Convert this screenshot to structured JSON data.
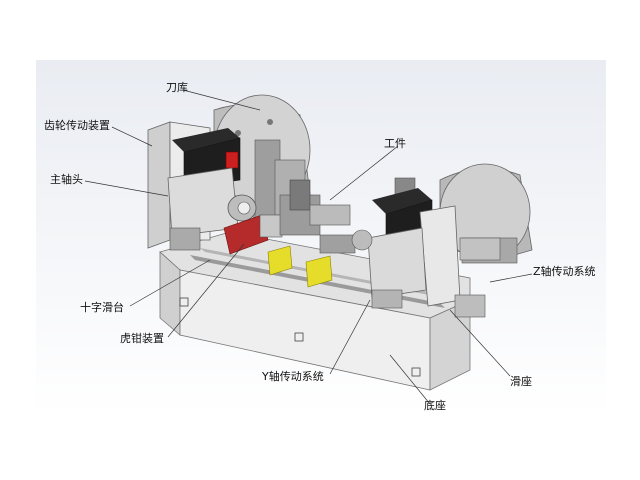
{
  "labels": {
    "tool_magazine": "刀库",
    "gear_drive": "齿轮传动装置",
    "workpiece": "工件",
    "spindle_head": "主轴头",
    "z_axis": "Z轴传动系统",
    "cross_slide": "十字滑台",
    "vise": "虎钳装置",
    "y_axis": "Y轴传动系统",
    "slide_seat": "滑座",
    "base": "底座"
  },
  "colors": {
    "background_gradient_top": "#eef0f4",
    "machine_light": "#eeeeee",
    "machine_mid": "#c9c9c9",
    "machine_dark": "#8a8a8a",
    "motor_black": "#1e1e1e",
    "accent_red": "#cc1f1f",
    "clamp_yellow": "#e6dc2a",
    "vise_red": "#b52a2a"
  }
}
